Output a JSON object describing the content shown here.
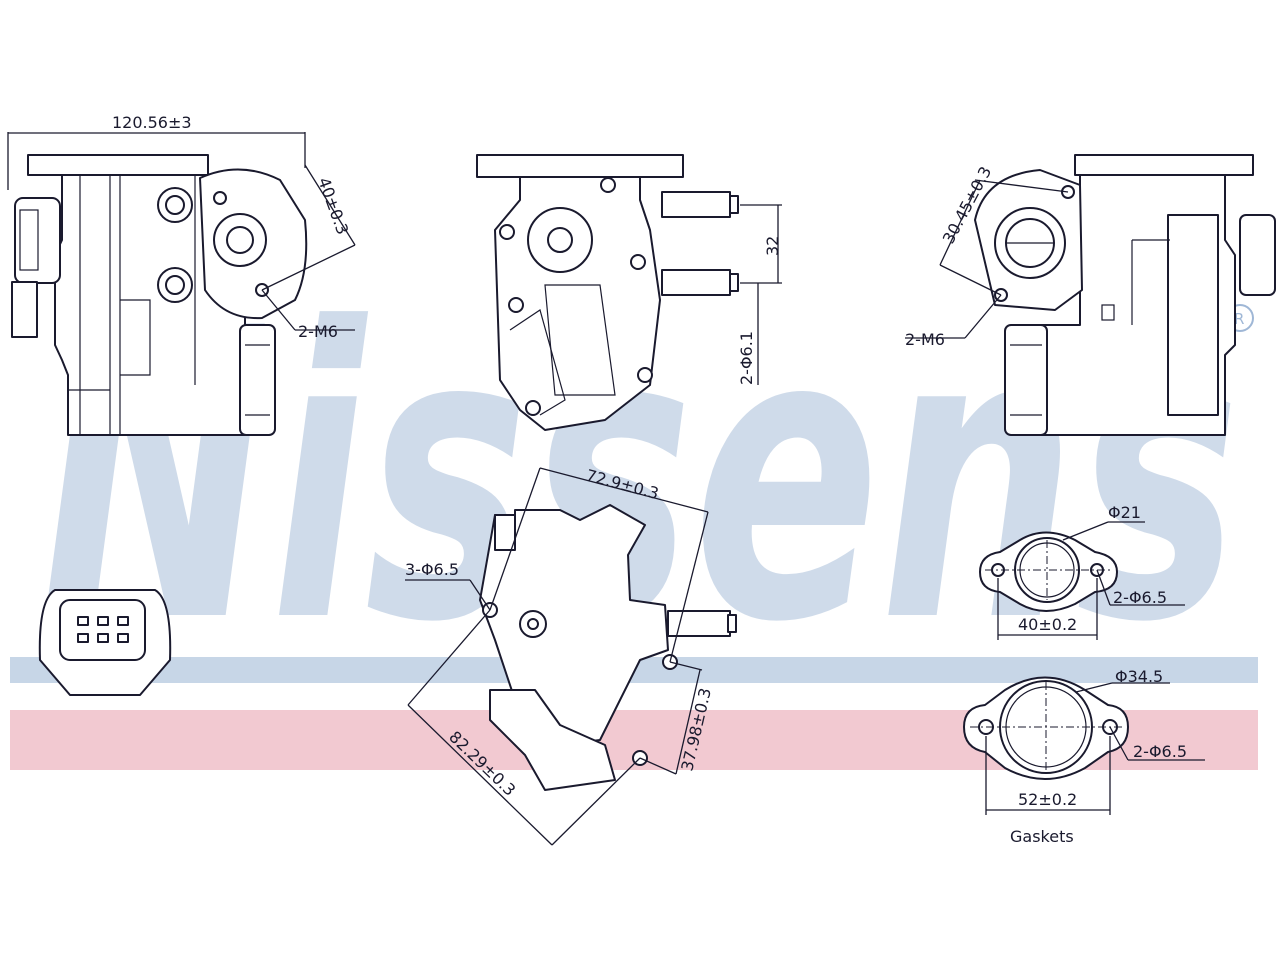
{
  "watermark": {
    "brand": "Nissens",
    "registered_mark": "R",
    "colors": {
      "brand_blue": "#9fb7d6",
      "stripe_blue": "#c7d6e7",
      "stripe_pink": "#f2c9d1"
    }
  },
  "dimensions": {
    "overall_width": "120.56±3",
    "flange_hole_spacing_left": "40±0.3",
    "flange_holes_left": "2-M6",
    "pipe_spacing": "32",
    "pipe_holes": "2-Φ6.1",
    "flange_hole_spacing_right": "30.45±0.3",
    "flange_holes_right": "2-M6",
    "bottom_top_span": "72.9±0.3",
    "bottom_holes": "3-Φ6.5",
    "bottom_side_span": "37.98±0.3",
    "bottom_diag_span": "82.29±0.3"
  },
  "gaskets": {
    "small": {
      "bore": "Φ21",
      "holes": "2-Φ6.5",
      "hole_spacing": "40±0.2"
    },
    "large": {
      "bore": "Φ34.5",
      "holes": "2-Φ6.5",
      "hole_spacing": "52±0.2"
    },
    "caption": "Gaskets"
  }
}
